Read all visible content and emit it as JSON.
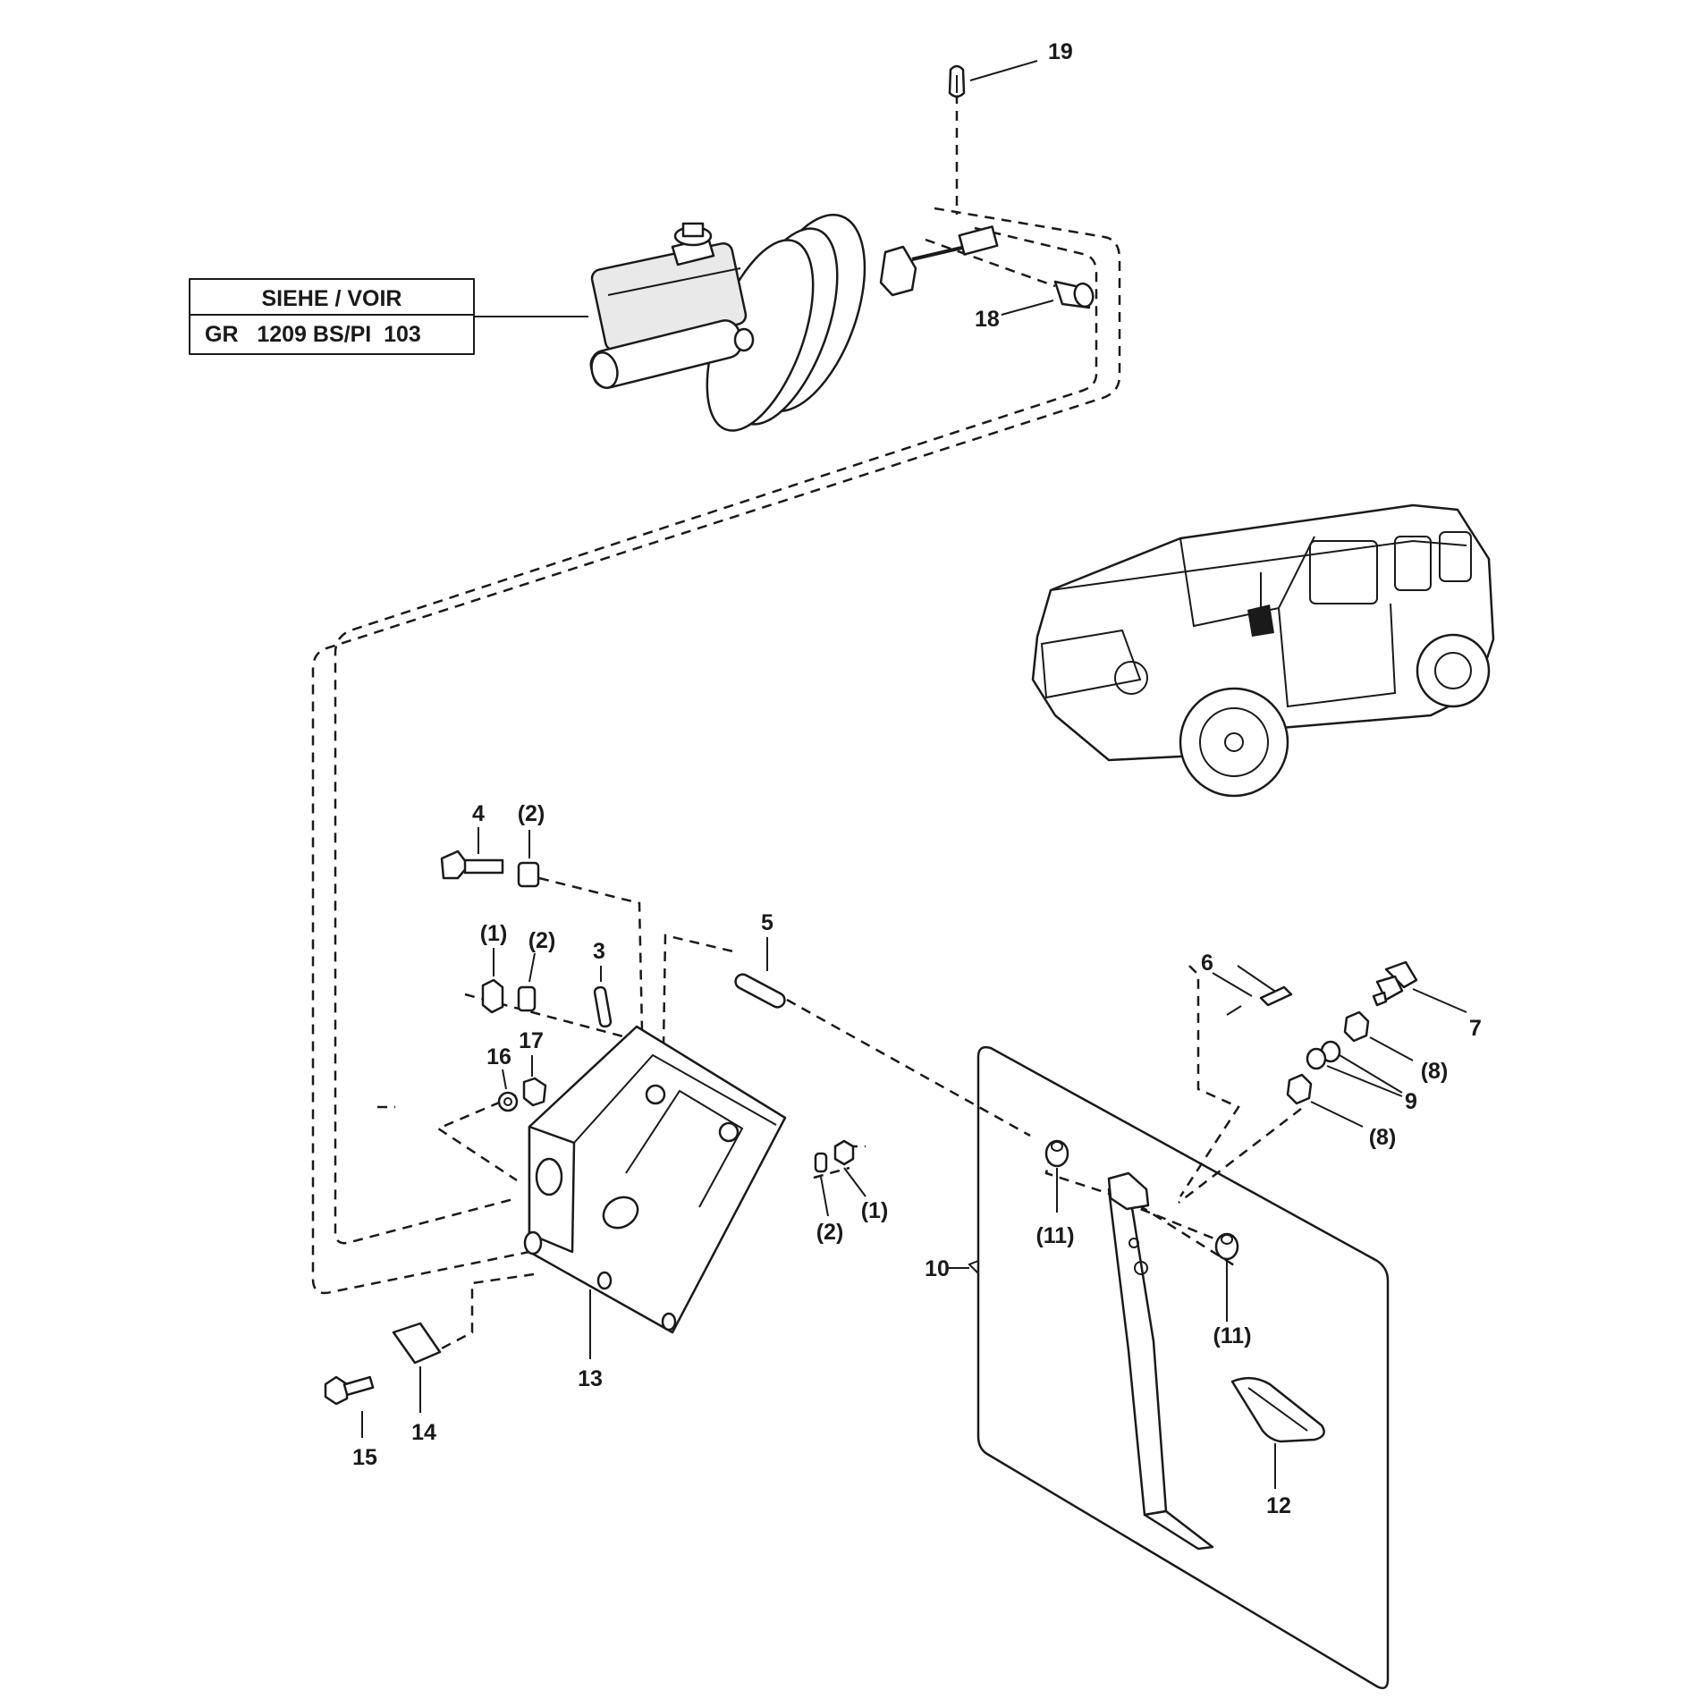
{
  "reference_box": {
    "line1": "SIEHE / VOIR",
    "line2": "GR   1209 BS/PI  103"
  },
  "callouts": {
    "c19": "19",
    "c18": "18",
    "c4": "4",
    "c2a": "(2)",
    "c1a": "(1)",
    "c2b": "(2)",
    "c3": "3",
    "c16": "16",
    "c17": "17",
    "c5": "5",
    "c6": "6",
    "c7": "7",
    "c8a": "(8)",
    "c9": "9",
    "c8b": "(8)",
    "c2c": "(2)",
    "c1b": "(1)",
    "c10": "10",
    "c11a": "(11)",
    "c11b": "(11)",
    "c12": "12",
    "c13": "13",
    "c14": "14",
    "c15": "15"
  },
  "icons": {
    "vehicle": "off-road-vehicle-locator-icon"
  }
}
